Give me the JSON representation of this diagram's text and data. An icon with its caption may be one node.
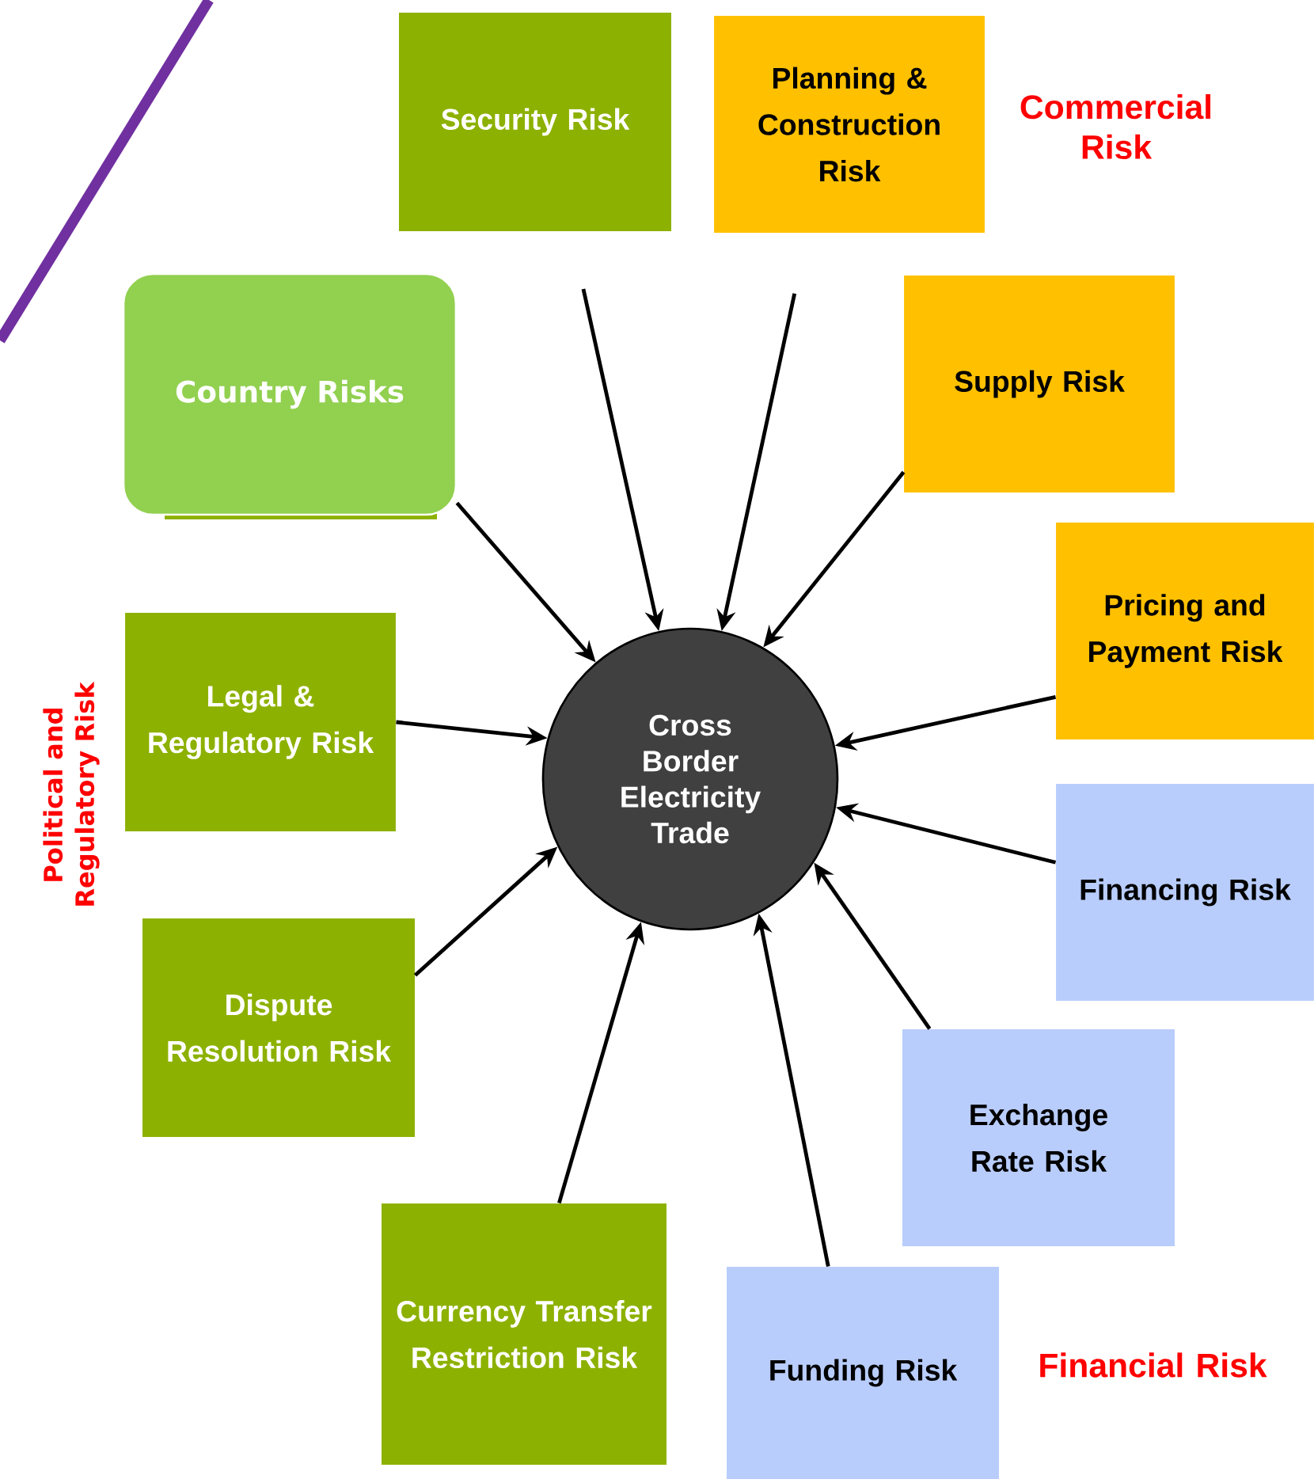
{
  "diagram": {
    "nodes": [
      {
        "text": [
          "Cross Border Electricity Trade"
        ]
      },
      {
        "text": [
          "Security Risk"
        ]
      },
      {
        "text": [
          "Planning & Construction Risk"
        ]
      },
      {
        "text": [
          "Supply Risk"
        ]
      },
      {
        "text": [
          "Pricing and Payment Risk"
        ]
      },
      {
        "text": [
          "Financing Risk"
        ]
      },
      {
        "text": [
          "Exchange Rate Risk"
        ]
      },
      {
        "text": [
          "Funding Risk"
        ]
      },
      {
        "text": [
          "Currency Transfer Restriction Risk"
        ]
      },
      {
        "text": [
          "Dispute Resolution Risk"
        ]
      },
      {
        "text": [
          "Legal & Regulatory Risk"
        ]
      },
      {
        "text": [
          "Country Risks"
        ]
      }
    ],
    "edges": [
      {
        "from": 1,
        "to": 0,
        "arrow": "to"
      },
      {
        "from": 2,
        "to": 0,
        "arrow": "to"
      },
      {
        "from": 3,
        "to": 0,
        "arrow": "to"
      },
      {
        "from": 4,
        "to": 0,
        "arrow": "to"
      },
      {
        "from": 5,
        "to": 0,
        "arrow": "to"
      },
      {
        "from": 6,
        "to": 0,
        "arrow": "to"
      },
      {
        "from": 7,
        "to": 0,
        "arrow": "to"
      },
      {
        "from": 8,
        "to": 0,
        "arrow": "to"
      },
      {
        "from": 9,
        "to": 0,
        "arrow": "to"
      },
      {
        "from": 10,
        "to": 0,
        "arrow": "to"
      },
      {
        "from": 11,
        "to": 0,
        "arrow": "to"
      }
    ],
    "labels": [
      "Commercial Risk",
      "Political and Regulatory Risk",
      "Financial Risk"
    ]
  }
}
